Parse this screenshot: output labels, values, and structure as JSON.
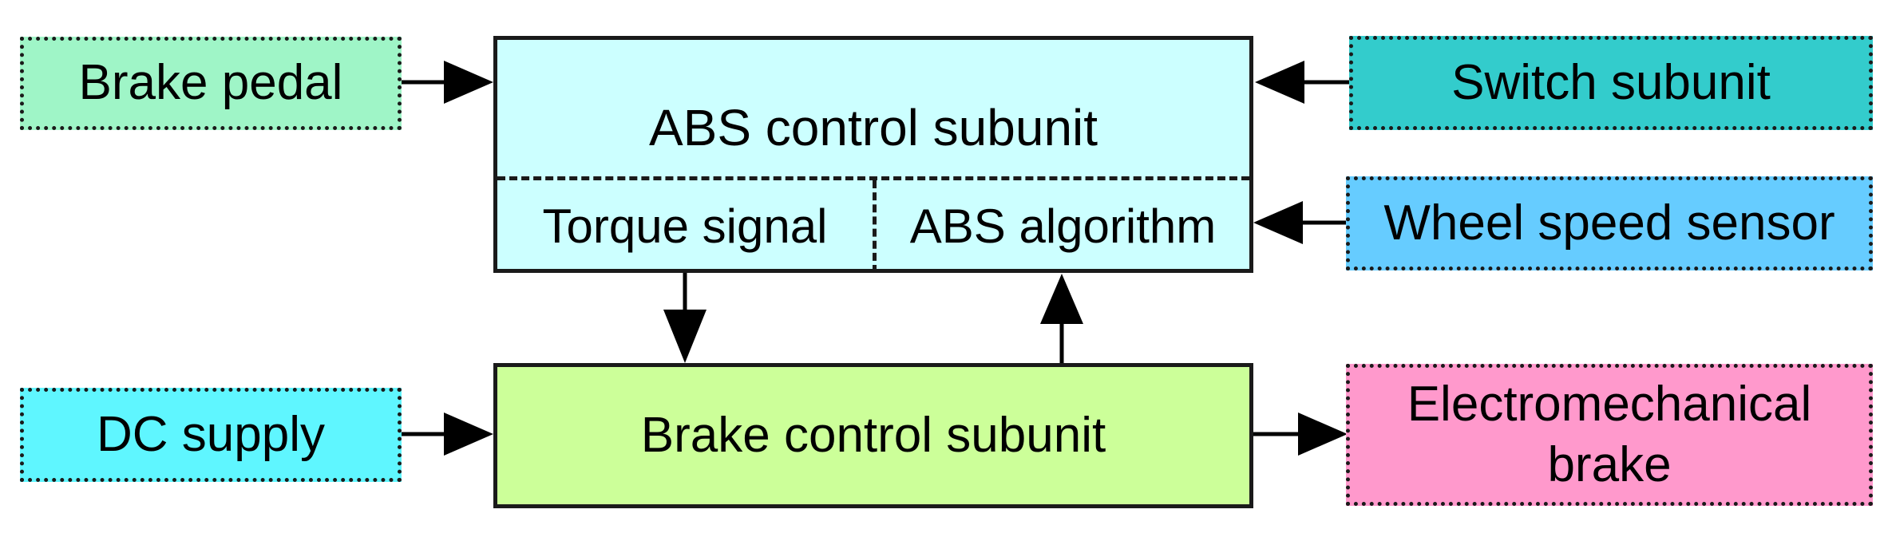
{
  "nodes": {
    "brake_pedal": {
      "label": "Brake pedal",
      "color": "#9ff5c7"
    },
    "switch_subunit": {
      "label": "Switch subunit",
      "color": "#33cccc"
    },
    "wheel_speed_sensor": {
      "label": "Wheel speed sensor",
      "color": "#66ccff"
    },
    "dc_supply": {
      "label": "DC supply",
      "color": "#5ff6ff"
    },
    "electromechanical_brake": {
      "label": "Electromechanical brake",
      "line1": "Electromechanical",
      "line2": "brake",
      "color": "#ff99cc"
    },
    "abs_control_subunit": {
      "label": "ABS control subunit",
      "color": "#ccffff"
    },
    "torque_signal": {
      "label": "Torque signal"
    },
    "abs_algorithm": {
      "label": "ABS algorithm"
    },
    "brake_control_subunit": {
      "label": "Brake control subunit",
      "color": "#ccff99"
    }
  },
  "edges": [
    {
      "from": "Brake pedal",
      "to": "ABS control subunit"
    },
    {
      "from": "Switch subunit",
      "to": "ABS control subunit"
    },
    {
      "from": "Wheel speed sensor",
      "to": "ABS algorithm"
    },
    {
      "from": "Torque signal",
      "to": "Brake control subunit"
    },
    {
      "from": "Brake control subunit",
      "to": "ABS algorithm"
    },
    {
      "from": "DC supply",
      "to": "Brake control subunit"
    },
    {
      "from": "Brake control subunit",
      "to": "Electromechanical brake"
    }
  ]
}
